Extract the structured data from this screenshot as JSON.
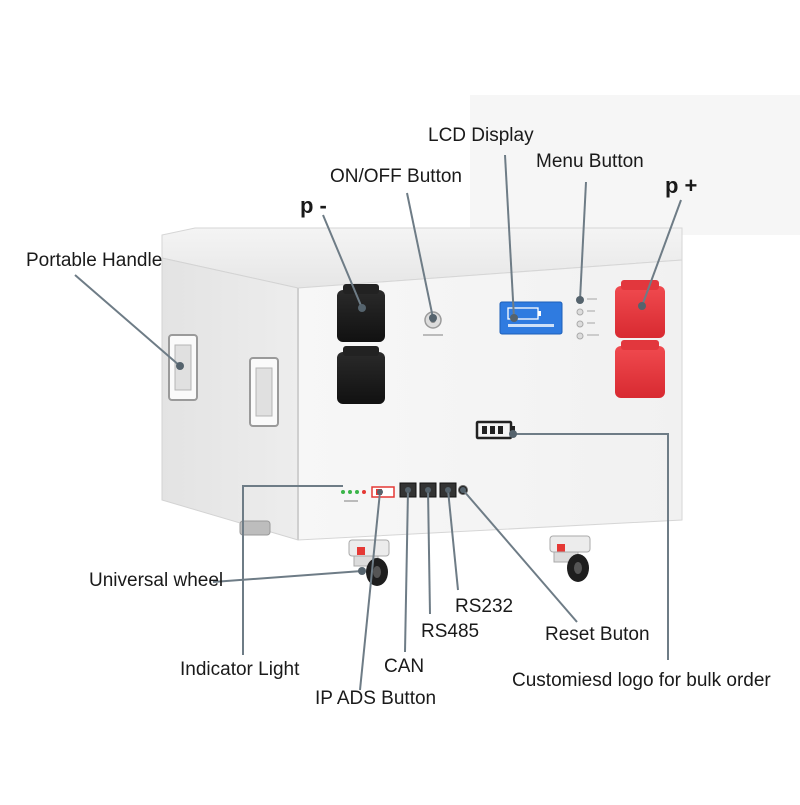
{
  "callouts": {
    "lcd_display": "LCD Display",
    "on_off_button": "ON/OFF Button",
    "menu_button": "Menu Button",
    "negative_terminal": "p -",
    "positive_terminal": "p +",
    "portable_handle": "Portable Handle",
    "universal_wheel": "Universal wheel",
    "indicator_light": "Indicator Light",
    "can": "CAN",
    "rs485": "RS485",
    "rs232": "RS232",
    "reset_button": "Reset Buton",
    "ip_ads_button": "IP ADS Button",
    "custom_logo": "Customiesd logo for bulk order"
  },
  "colors": {
    "terminal_negative": "#1c1c1c",
    "terminal_positive": "#e8353b",
    "lcd_screen": "#2f7be0",
    "leader_line": "#6e7c86",
    "leader_dot": "#55636d"
  }
}
